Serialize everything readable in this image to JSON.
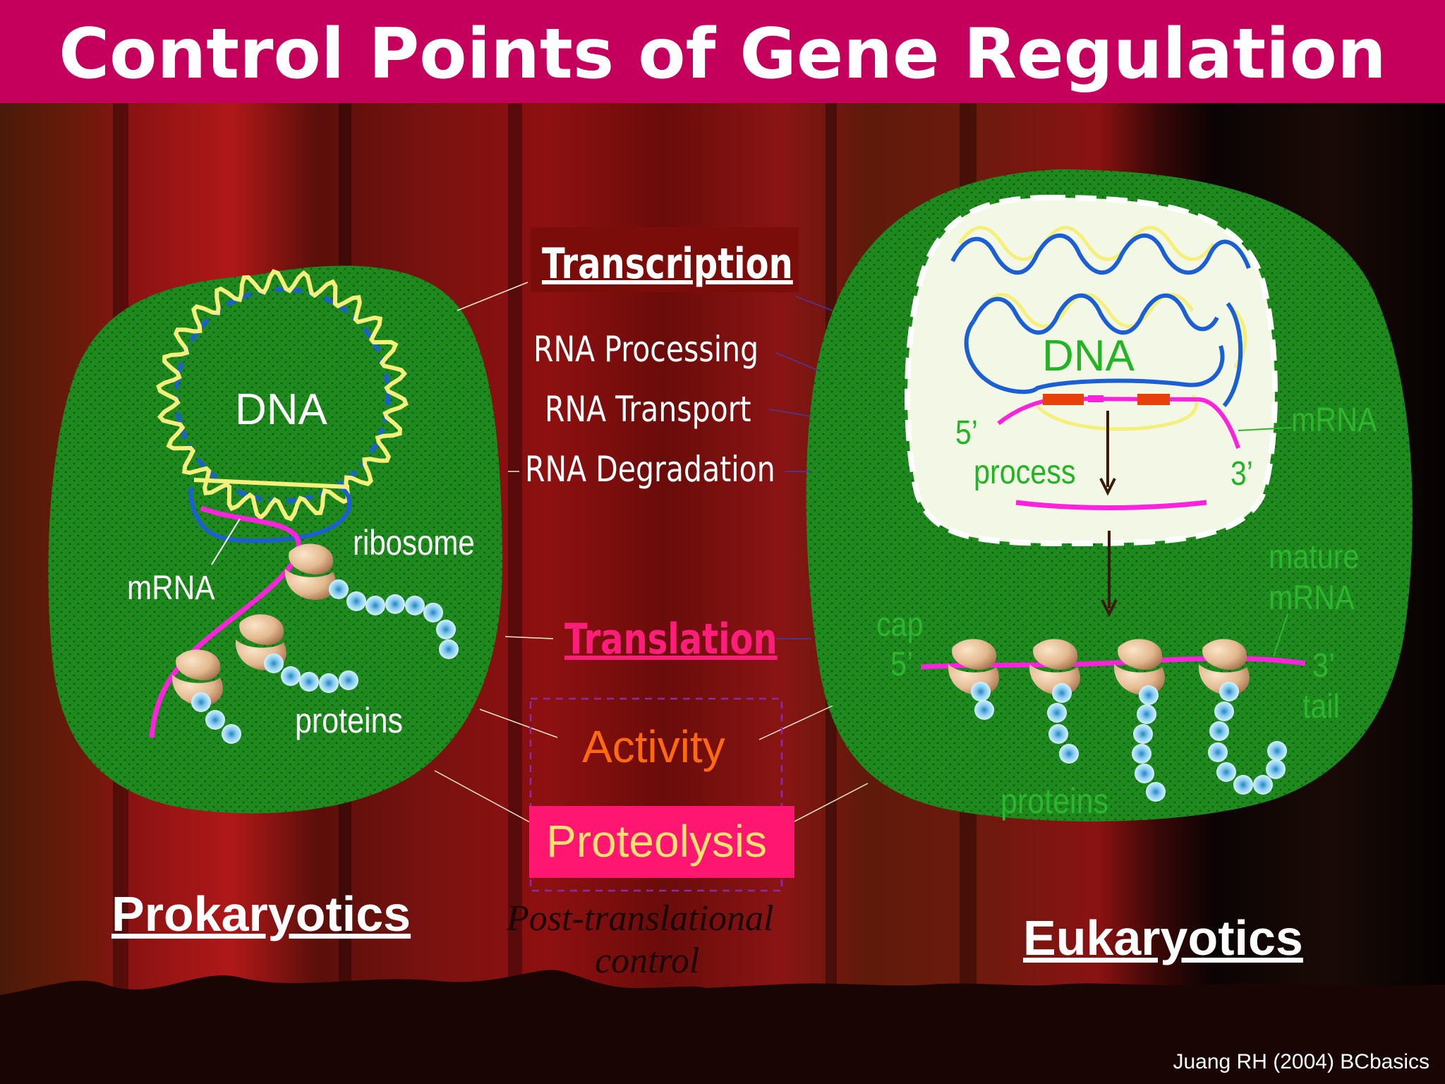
{
  "title": "Control Points of Gene Regulation",
  "center_labels": {
    "transcription": "Transcription",
    "rna_processing": "RNA Processing",
    "rna_transport": "RNA Transport",
    "rna_degradation": "RNA Degradation",
    "translation": "Translation",
    "activity": "Activity",
    "proteolysis": "Proteolysis",
    "post_translational": "Post-translational",
    "control": "control"
  },
  "prokaryotic_cell": {
    "heading": "Prokaryotics",
    "dna": "DNA",
    "mrna": "mRNA",
    "ribosome": "ribosome",
    "proteins": "proteins"
  },
  "eukaryotic_cell": {
    "heading": "Eukaryotics",
    "dna": "DNA",
    "five_prime": "5’",
    "three_prime": "3’",
    "process": "process",
    "mrna": "mRNA",
    "mature": "mature",
    "mature_mrna": "mRNA",
    "cap": "cap",
    "cap_5": "5’",
    "tail_3": "3’",
    "tail": "tail",
    "proteins": "proteins"
  },
  "credit": "Juang RH (2004) BCbasics",
  "colors": {
    "header": "#c5005c",
    "cell": "#1e8a1e",
    "nucleus": "#f2f7e6",
    "dna_blue": "#1a5fd4",
    "dna_yellow": "#f5f07a",
    "mrna": "#ff22dd",
    "exon": "#e8400a",
    "ribosome": "#e9c9a6",
    "protein_bead": "#9fdcf0",
    "translation_text": "#ff1e7a",
    "activity_text": "#ff6a10",
    "proteolysis_box": "#ff1670",
    "proteolysis_text": "#ffe070",
    "faint_green_text": "#2db52d"
  }
}
